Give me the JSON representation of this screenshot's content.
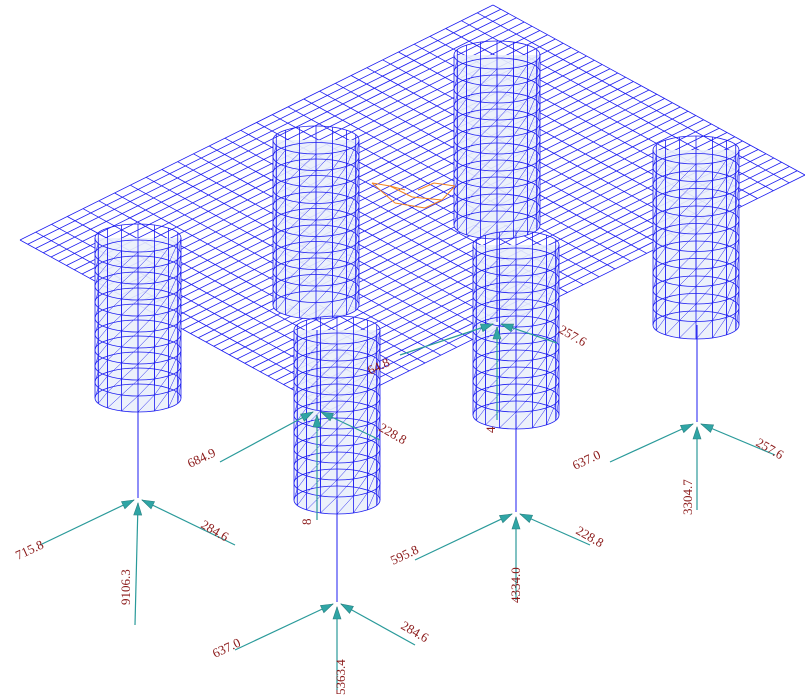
{
  "colors": {
    "mesh": "#1c1cf0",
    "reaction_arrow": "#2a9a9a",
    "label": "#8b1a1a",
    "highlight": "#f08020"
  },
  "supports": [
    {
      "id": "pile-1",
      "labels": {
        "left": "715.8",
        "right": "284.6",
        "vertical": "9106.3"
      }
    },
    {
      "id": "pile-2",
      "labels": {
        "left": "637.0",
        "right": "284.6",
        "vertical": "5363.4"
      }
    },
    {
      "id": "pile-3",
      "labels": {
        "left": "684.9",
        "right": "228.8",
        "vertical": "8"
      }
    },
    {
      "id": "pile-4",
      "labels": {
        "left": "595.8",
        "right": "228.8",
        "vertical": "4334.0"
      }
    },
    {
      "id": "pile-5",
      "labels": {
        "left": "64.8",
        "right": "257.6",
        "vertical": "4"
      }
    },
    {
      "id": "pile-6",
      "labels": {
        "left": "637.0",
        "right": "257.6",
        "vertical": "3304.7"
      }
    }
  ]
}
